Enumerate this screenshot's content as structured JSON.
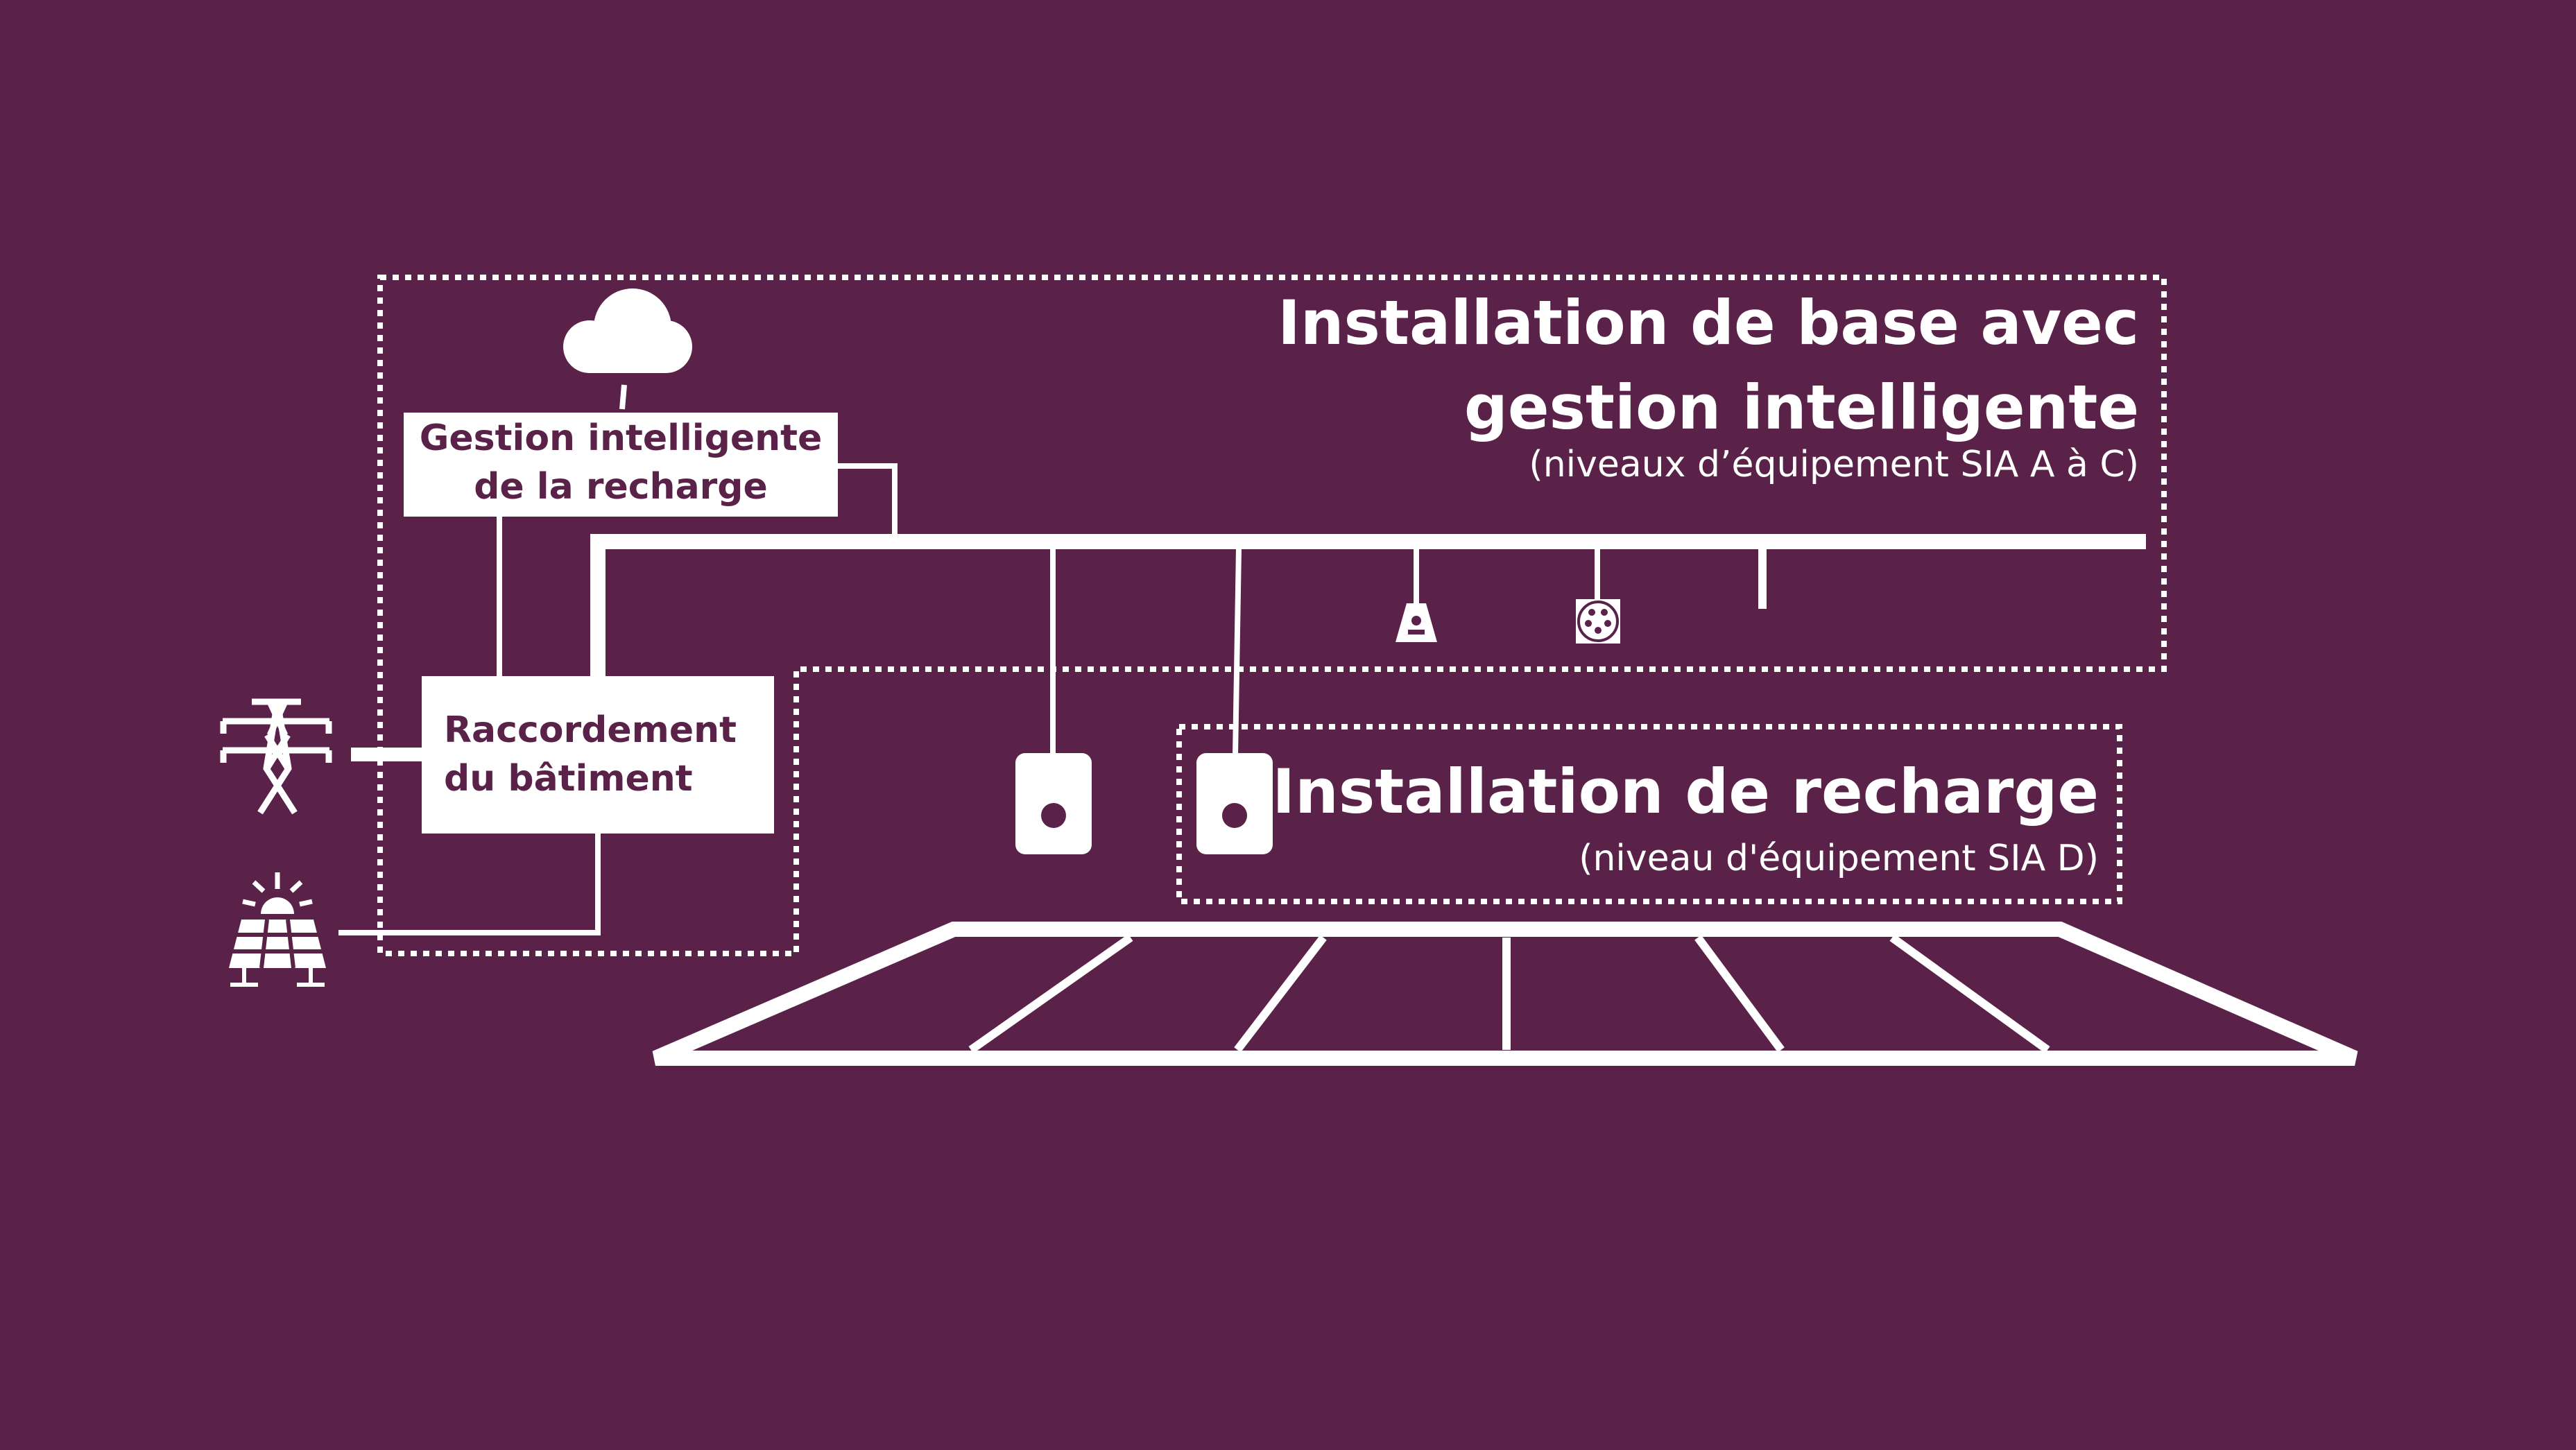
{
  "diagram": {
    "background_color": "#5a2248",
    "foreground_color": "#ffffff",
    "base_installation": {
      "title_line1": "Installation de base avec",
      "title_line2": "gestion intelligente",
      "subtitle": "(niveaux d’équipement SIA A à C)"
    },
    "charging_installation": {
      "title": "Installation de recharge",
      "subtitle": "(niveau d'équipement SIA D)"
    },
    "smart_charging_box": {
      "line1": "Gestion intelligente",
      "line2": "de la recharge"
    },
    "building_connection_box": {
      "line1": "Raccordement",
      "line2": "du bâtiment"
    },
    "icons": [
      "cloud-icon",
      "power-pylon-icon",
      "solar-panel-icon",
      "wallbox-icon",
      "socket-outlet-icon",
      "ev-connector-icon",
      "parking-lot-icon"
    ]
  }
}
